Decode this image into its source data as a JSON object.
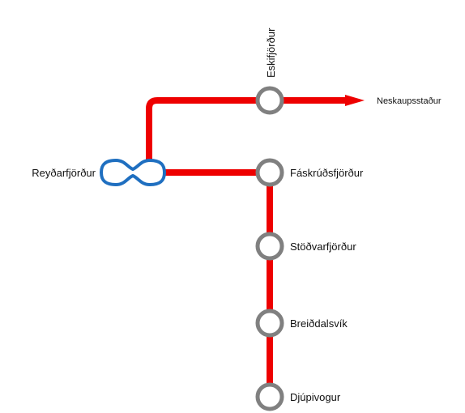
{
  "colors": {
    "route": "#ee0000",
    "station_ring": "#808080",
    "interchange_ring": "#1f6fc0",
    "background": "#ffffff",
    "text": "#111111"
  },
  "stations": {
    "eskifjordur": "Eskifjörður",
    "neskaupsstadur": "Neskaupsstaður",
    "reydarfjordur": "Reyðarfjörður",
    "faskrudsfjordur": "Fáskrúðsfjörður",
    "stodvarfjordur": "Stöðvarfjörður",
    "breiddalsvik": "Breiðdalsvík",
    "djupivogur": "Djúpivogur"
  }
}
